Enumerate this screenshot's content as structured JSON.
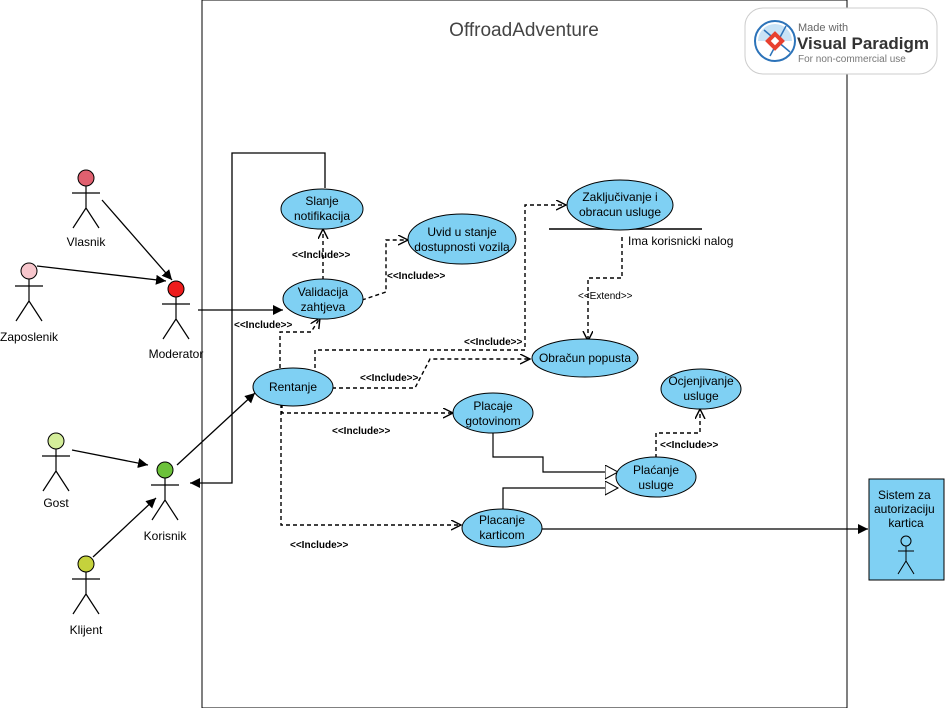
{
  "system": {
    "title": "OffroadAdventure"
  },
  "watermark": {
    "line1": "Made with",
    "line2": "Visual Paradigm",
    "line3": "For non-commercial use"
  },
  "actors": {
    "vlasnik": "Vlasnik",
    "zaposlenik": "Zaposlenik",
    "moderator": "Moderator",
    "gost": "Gost",
    "korisnik": "Korisnik",
    "klijent": "Klijent",
    "sistem": "Sistem za autorizaciju kartica"
  },
  "use_cases": {
    "slanje": [
      "Slanje",
      "notifikacija"
    ],
    "uvid": [
      "Uvid u stanje",
      "dostupnosti vozila"
    ],
    "zakljucivanje": [
      "Zaključivanje i",
      "obracun usluge"
    ],
    "validacija": [
      "Validacija",
      "zahtjeva"
    ],
    "rentanje": [
      "Rentanje"
    ],
    "obracun_popusta": [
      "Obračun popusta"
    ],
    "ocjenjivanje": [
      "Ocjenjivanje",
      "usluge"
    ],
    "gotovina": [
      "Placaje",
      "gotovinom"
    ],
    "placanje": [
      "Plaćanje",
      "usluge"
    ],
    "karticom": [
      "Placanje",
      "karticom"
    ]
  },
  "labels": {
    "include": "<<Include>>",
    "extend": "<<Extend>>",
    "condition": "Ima korisnicki nalog"
  },
  "colors": {
    "use_case_fill": "#7fd0f3",
    "vlasnik_head": "#e0606f",
    "zaposlenik_head": "#f7c6cc",
    "moderator_head": "#ee1c1c",
    "gost_head": "#d4ee9a",
    "korisnik_head": "#6cc23a",
    "klijent_head": "#c5d23c",
    "sistem_fill": "#7fd0f3"
  }
}
